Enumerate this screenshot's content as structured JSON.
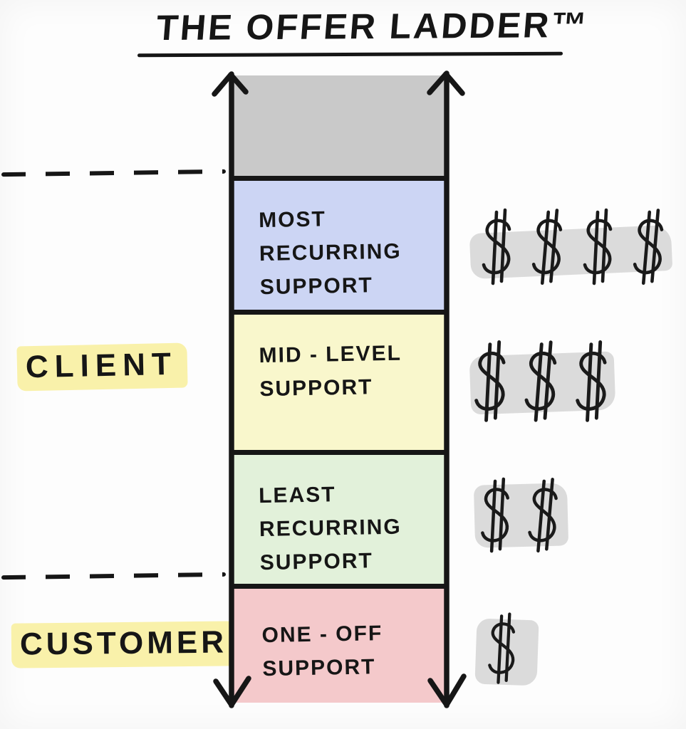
{
  "title": "THE OFFER LADDER™",
  "side_labels": {
    "client": "CLIENT",
    "customer": "CUSTOMER"
  },
  "ladder": {
    "tiers": [
      {
        "name": "top-spacer",
        "label": "",
        "color": "#c9c9c9",
        "dollar_count": 0
      },
      {
        "name": "most-recurring",
        "label": "MOST RECURRING SUPPORT",
        "color": "#ccd5f4",
        "dollar_count": 4
      },
      {
        "name": "mid-level",
        "label": "MID - LEVEL SUPPORT",
        "color": "#f9f7cc",
        "dollar_count": 3
      },
      {
        "name": "least-recurring",
        "label": "LEAST RECURRING SUPPORT",
        "color": "#e2f1da",
        "dollar_count": 2
      },
      {
        "name": "one-off",
        "label": "ONE - OFF SUPPORT",
        "color": "#f4c9cb",
        "dollar_count": 1
      }
    ]
  },
  "colors": {
    "ink": "#161616",
    "highlight_yellow": "#f9f1aa",
    "money_scribble": "#dbdbdb",
    "background": "#fdfdfd"
  }
}
